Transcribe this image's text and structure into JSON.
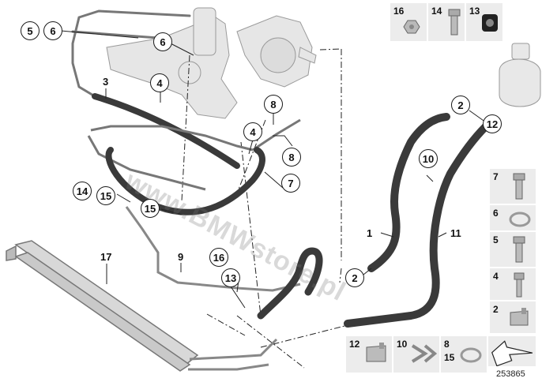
{
  "callouts": {
    "c5": "5",
    "c6a": "6",
    "c6b": "6",
    "c3": "3",
    "c4a": "4",
    "c8a": "8",
    "c4b": "4",
    "c8b": "8",
    "c7": "7",
    "c14": "14",
    "c15a": "15",
    "c15b": "15",
    "c17": "17",
    "c9": "9",
    "c16": "16",
    "c13": "13",
    "c2a": "2",
    "c12": "12",
    "c10": "10",
    "c1": "1",
    "c11": "11",
    "c2b": "2"
  },
  "legend_top": {
    "l16": "16",
    "l14": "14",
    "l13": "13"
  },
  "legend_side": {
    "s7": "7",
    "s6": "6",
    "s5": "5",
    "s4": "4",
    "s2": "2"
  },
  "legend_bottom": {
    "b12": "12",
    "b10": "10",
    "b8": "8",
    "b15": "15"
  },
  "watermark": "www.BMWstore.pl",
  "diagram_id": "253865"
}
